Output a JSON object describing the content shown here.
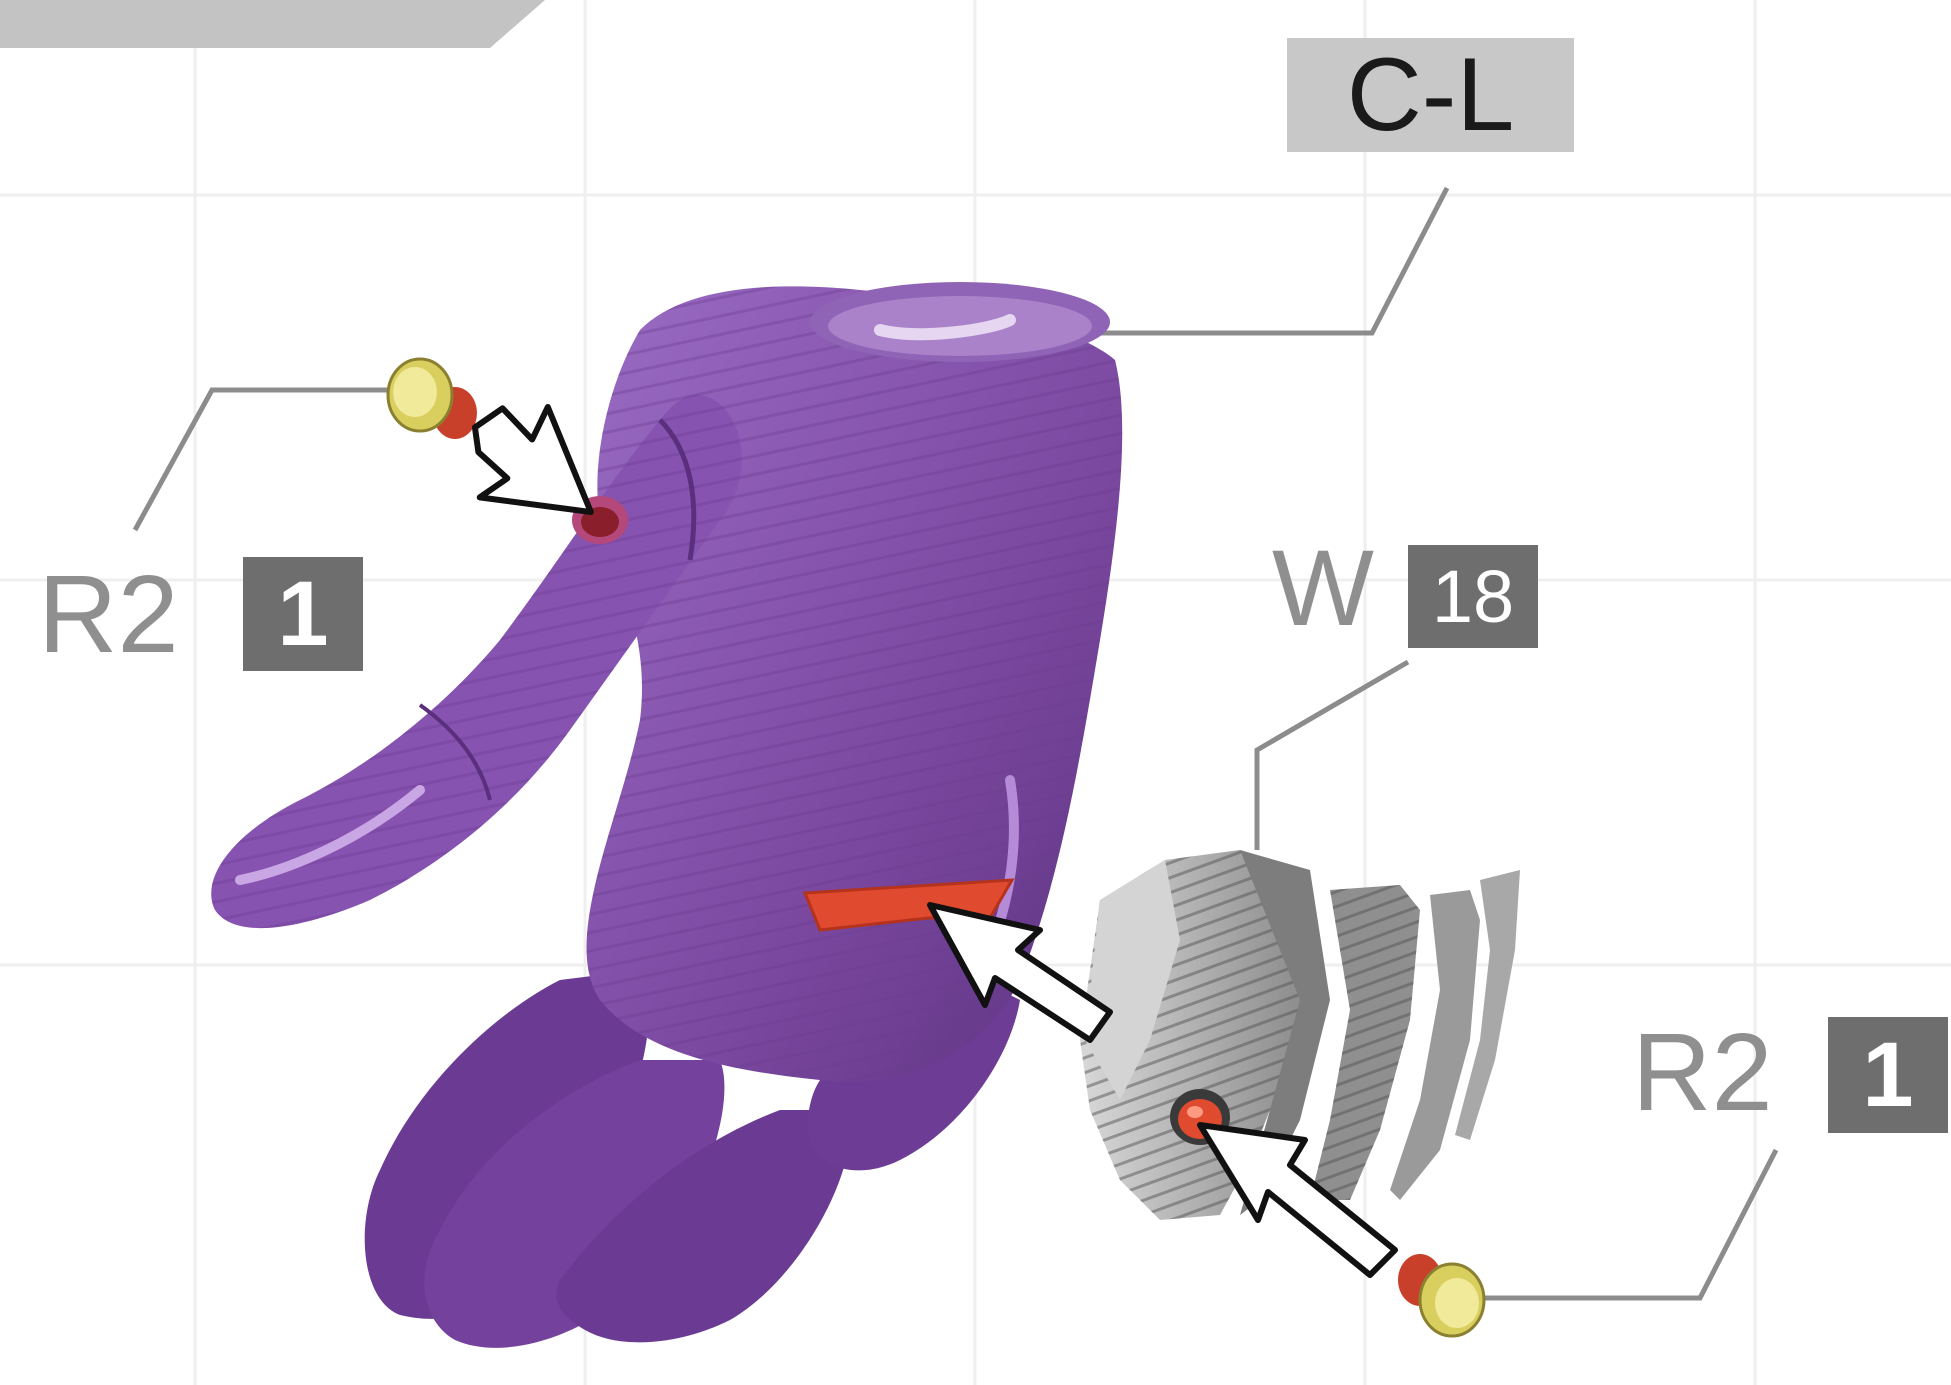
{
  "labels": {
    "part_ref": "C-L",
    "screw_left": {
      "code": "R2",
      "qty": "1"
    },
    "screw_right": {
      "code": "R2",
      "qty": "1"
    },
    "panel": {
      "code": "W",
      "qty": "18"
    }
  },
  "colors": {
    "hand_body": "#7e4ba3",
    "hand_shadow": "#5c3280",
    "hand_highlight": "#b58ad6",
    "glue_mark": "#e04a2e",
    "panel_gray": "#9a9a9a",
    "panel_light": "#cfcfcf",
    "screw_yellow": "#e8e07a",
    "screw_red": "#c8402a",
    "leader_gray": "#8c8c8c",
    "label_bg": "#c8c8c8",
    "badge_bg": "#6e6e6e"
  }
}
